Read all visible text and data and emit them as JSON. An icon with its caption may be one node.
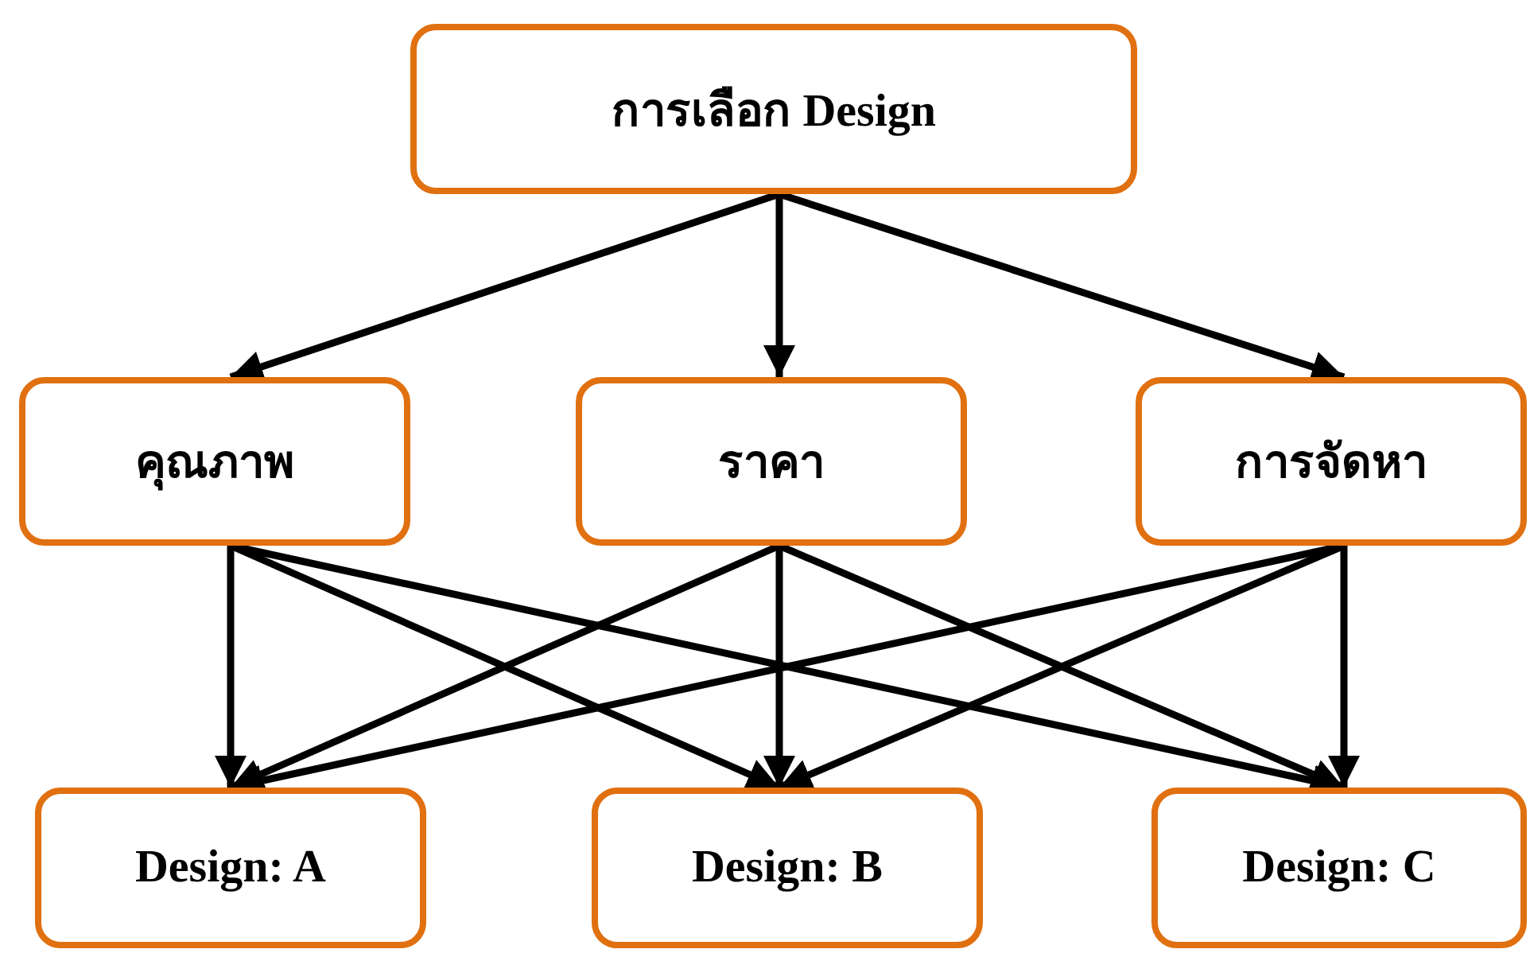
{
  "diagram": {
    "nodes": [
      {
        "text": [
          "การเลือก Design"
        ]
      },
      {
        "text": [
          "คุณภาพ"
        ]
      },
      {
        "text": [
          "ราคา"
        ]
      },
      {
        "text": [
          "การจัดหา"
        ]
      },
      {
        "text": [
          "Design: A"
        ]
      },
      {
        "text": [
          "Design: B"
        ]
      },
      {
        "text": [
          "Design: C"
        ]
      }
    ],
    "edges": [
      {
        "from": 0,
        "to": 1,
        "arrow": "to"
      },
      {
        "from": 0,
        "to": 2,
        "arrow": "to"
      },
      {
        "from": 0,
        "to": 3,
        "arrow": "to"
      },
      {
        "from": 1,
        "to": 4,
        "arrow": "to"
      },
      {
        "from": 1,
        "to": 5,
        "arrow": "to"
      },
      {
        "from": 1,
        "to": 6,
        "arrow": "to"
      },
      {
        "from": 2,
        "to": 4,
        "arrow": "to"
      },
      {
        "from": 2,
        "to": 5,
        "arrow": "to"
      },
      {
        "from": 2,
        "to": 6,
        "arrow": "to"
      },
      {
        "from": 3,
        "to": 4,
        "arrow": "to"
      },
      {
        "from": 3,
        "to": 5,
        "arrow": "to"
      },
      {
        "from": 3,
        "to": 6,
        "arrow": "to"
      }
    ]
  }
}
